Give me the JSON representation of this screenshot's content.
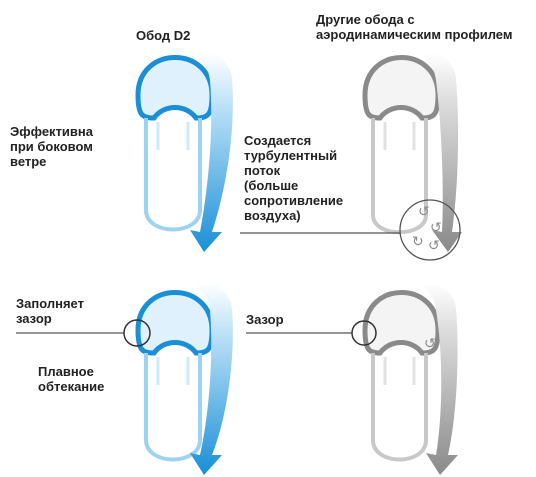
{
  "titles": {
    "d2": "Обод D2",
    "others": "Другие обода с\nаэродинамическим профилем"
  },
  "labels": {
    "crosswind": "Эффективна\nпри боковом\nветре",
    "turbulent": "Создается\nтурбулентный\nпоток\n(больше\nсопротивление\nвоздуха)",
    "fills_gap": "Заполняет\nзазор",
    "smooth_flow": "Плавное\nобтекание",
    "gap": "Зазор"
  },
  "colors": {
    "d2_blue": "#1a8fd6",
    "d2_light": "#9dd3f2",
    "grey": "#8a8a8a",
    "grey_light": "#c8c8c8",
    "text": "#222222"
  }
}
